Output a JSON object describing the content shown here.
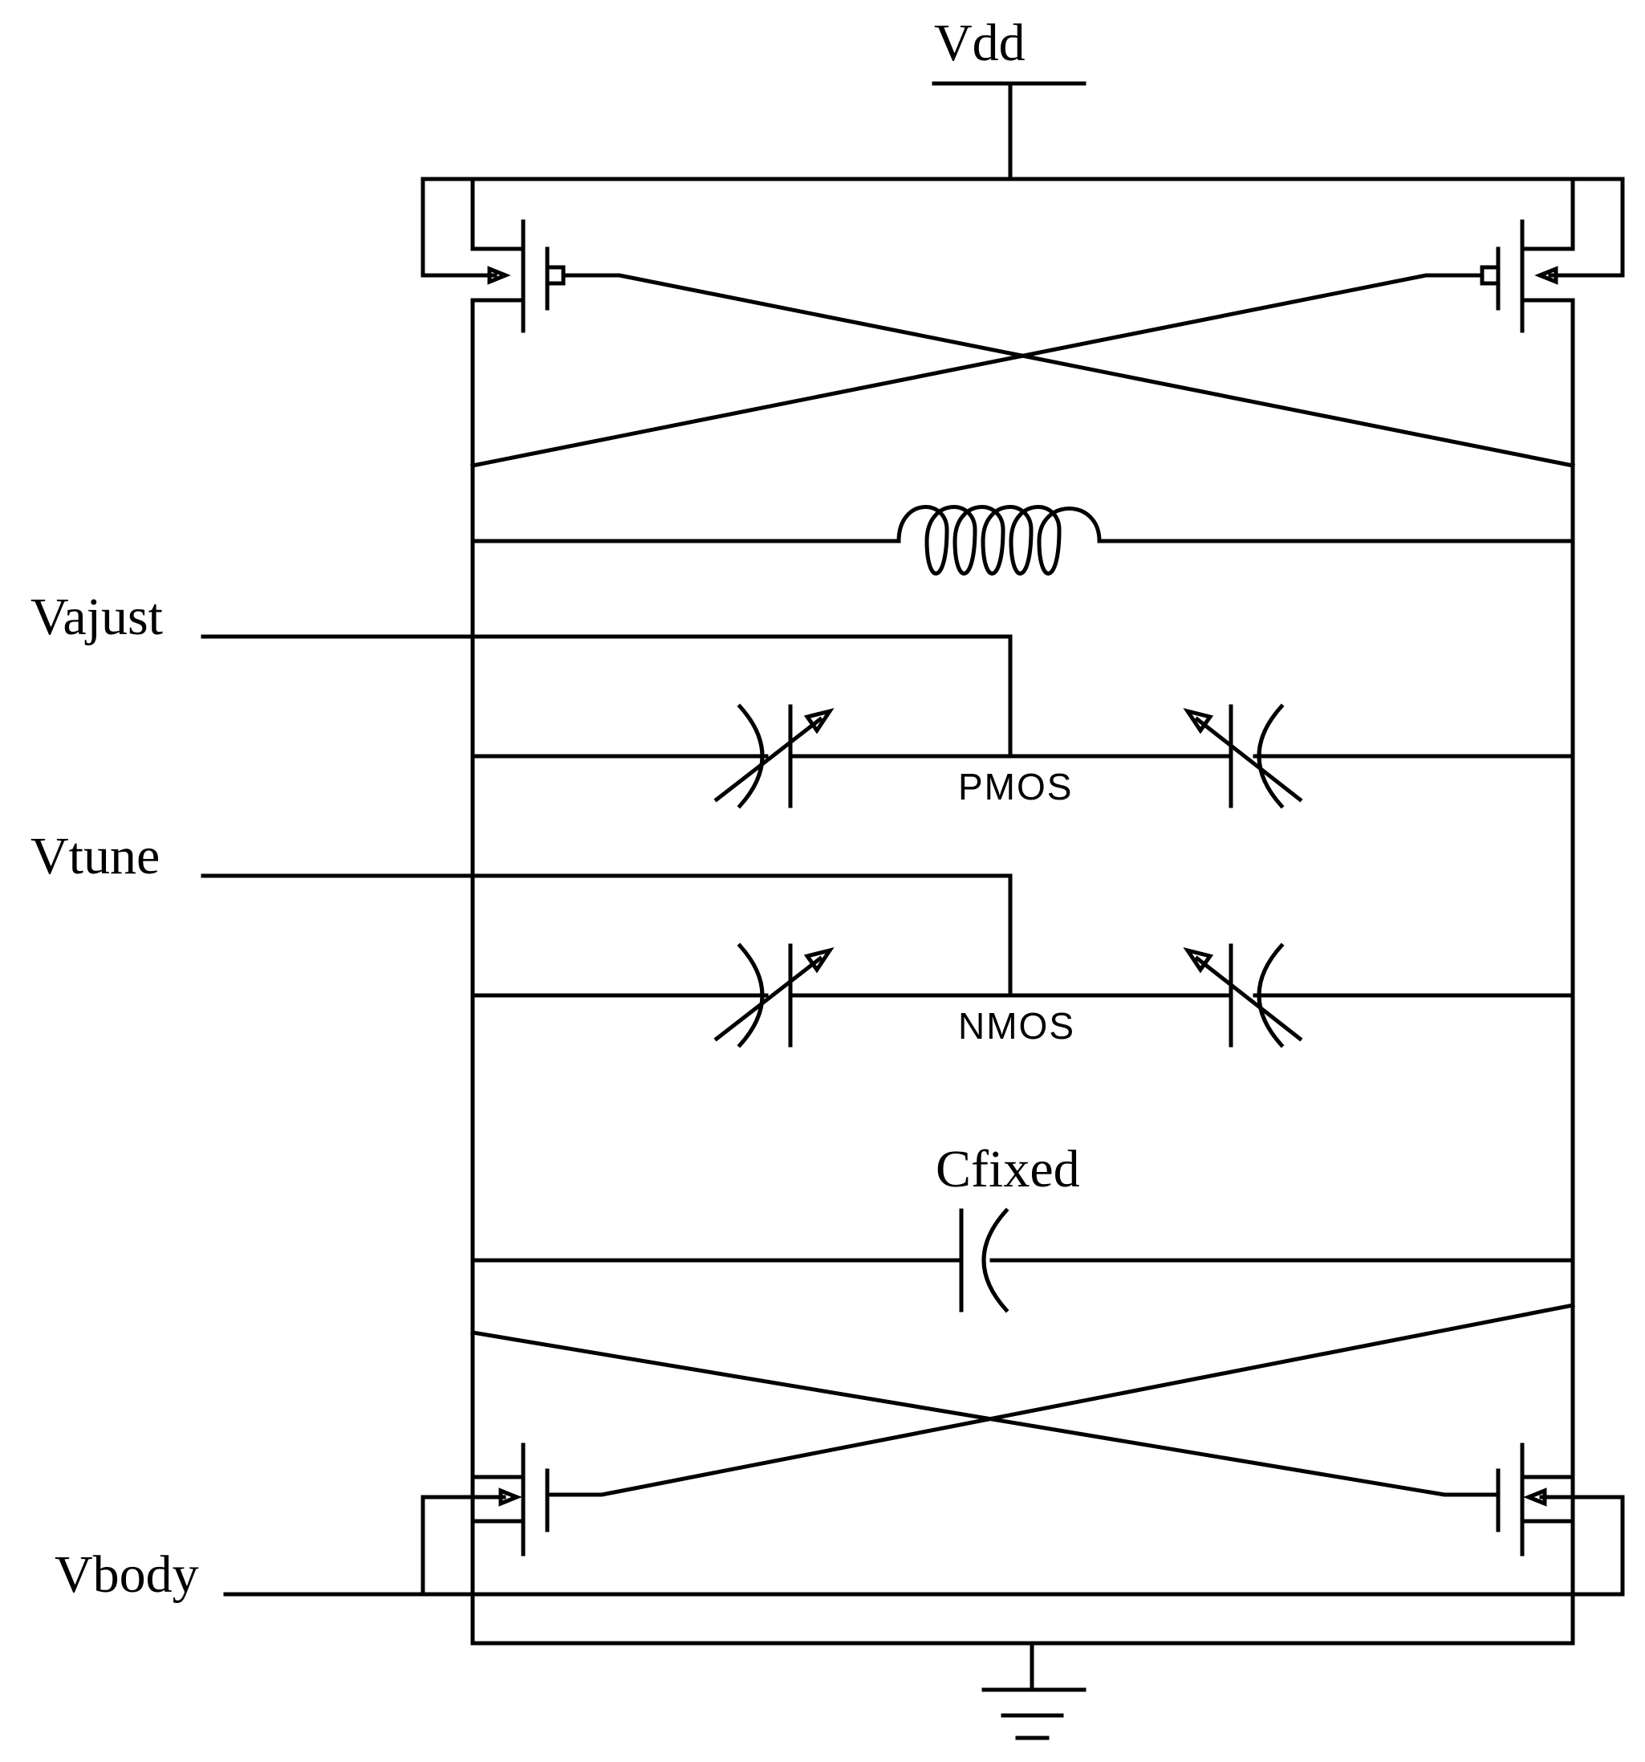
{
  "labels": {
    "vdd": "Vdd",
    "vajust": "Vajust",
    "vtune": "Vtune",
    "vbody": "Vbody",
    "pmos": "PMOS",
    "nmos": "NMOS",
    "cfixed": "Cfixed"
  },
  "colors": {
    "stroke": "#000000",
    "background": "#ffffff"
  }
}
